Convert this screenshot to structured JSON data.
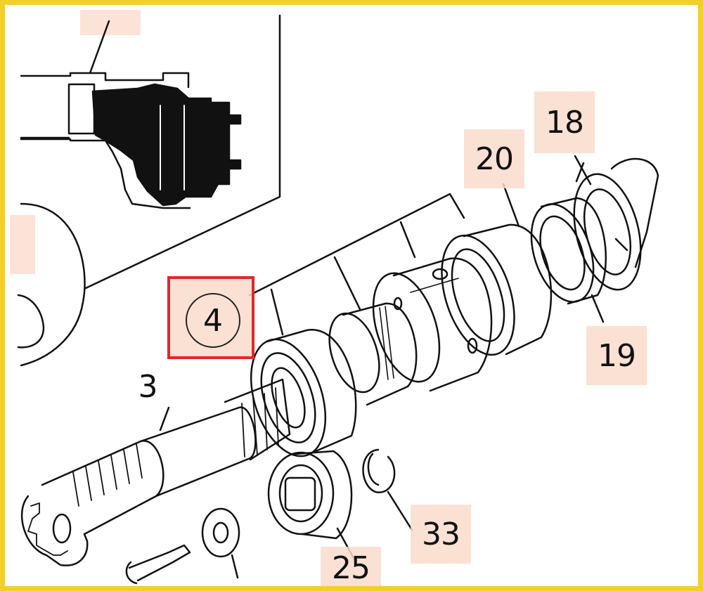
{
  "diagram": {
    "callouts": [
      {
        "id": "3",
        "text": "3",
        "highlighted": false
      },
      {
        "id": "4",
        "text": "4",
        "highlighted": true,
        "selected": true
      },
      {
        "id": "18",
        "text": "18",
        "highlighted": true
      },
      {
        "id": "19",
        "text": "19",
        "highlighted": true
      },
      {
        "id": "20",
        "text": "20",
        "highlighted": true
      },
      {
        "id": "25",
        "text": "25",
        "highlighted": true
      },
      {
        "id": "33",
        "text": "33",
        "highlighted": true
      }
    ]
  },
  "colors": {
    "frame_border": "#f2cf2a",
    "selected_border": "#e0282a",
    "label_highlight": "#fadccd",
    "line_art": "#111111"
  }
}
